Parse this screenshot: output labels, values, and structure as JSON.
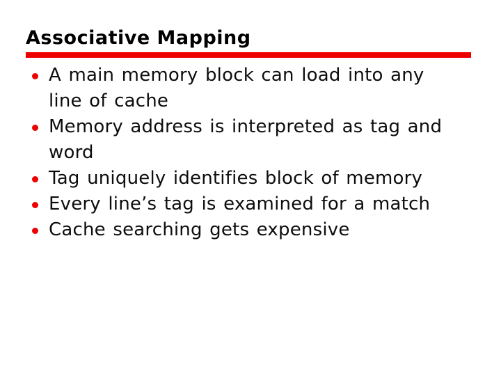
{
  "slide": {
    "title": "Associative Mapping",
    "accent_color": "#ee0000",
    "title_color": "#000000",
    "text_color": "#0d0d0d",
    "background_color": "#ffffff",
    "bullets": [
      {
        "lines": [
          "A main memory block can load into any",
          "line of cache"
        ]
      },
      {
        "lines": [
          "Memory address is interpreted as tag and",
          "word"
        ]
      },
      {
        "lines": [
          "Tag uniquely identifies block of memory"
        ]
      },
      {
        "lines": [
          "Every line’s tag is examined for a match"
        ]
      },
      {
        "lines": [
          "Cache searching gets expensive"
        ]
      }
    ]
  }
}
